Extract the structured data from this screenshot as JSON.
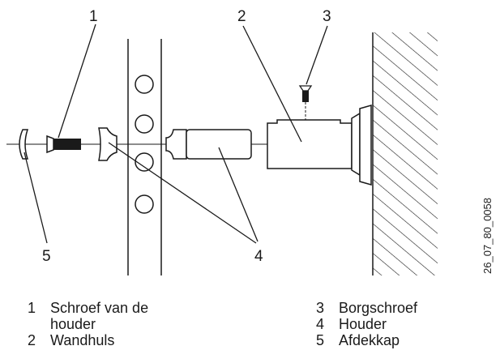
{
  "callouts": {
    "c1": "1",
    "c2": "2",
    "c3": "3",
    "c4": "4",
    "c5": "5"
  },
  "drawing_code": "26_07_80_0058",
  "legend": [
    {
      "num": "1",
      "text": "Schroef van de\nhouder"
    },
    {
      "num": "2",
      "text": "Wandhuls"
    },
    {
      "num": "3",
      "text": "Borgschroef"
    },
    {
      "num": "4",
      "text": "Houder"
    },
    {
      "num": "5",
      "text": "Afdekkap"
    }
  ],
  "colors": {
    "line": "#1a1a1a",
    "background": "#ffffff"
  }
}
